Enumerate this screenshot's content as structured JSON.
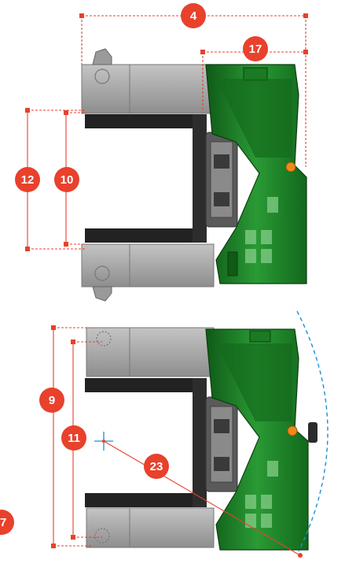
{
  "diagram": {
    "colors": {
      "callout": "#e8412c",
      "dimension_line": "#e8412c",
      "turning_arc": "#1f8fd6",
      "machine_green": "#1e8a2a",
      "machine_green_dark": "#0f5a17",
      "frame_gray": "#a9a9a9",
      "fork_black": "#222222"
    },
    "top_view_callouts": {
      "overall_length": "4",
      "body_length": "17",
      "outer_width": "12",
      "inner_width": "10"
    },
    "bottom_view_callouts": {
      "outer_width": "9",
      "inner_width": "11",
      "turning_radius": "23",
      "edge_label": "7"
    },
    "icons": [
      "crosshair-icon"
    ]
  }
}
